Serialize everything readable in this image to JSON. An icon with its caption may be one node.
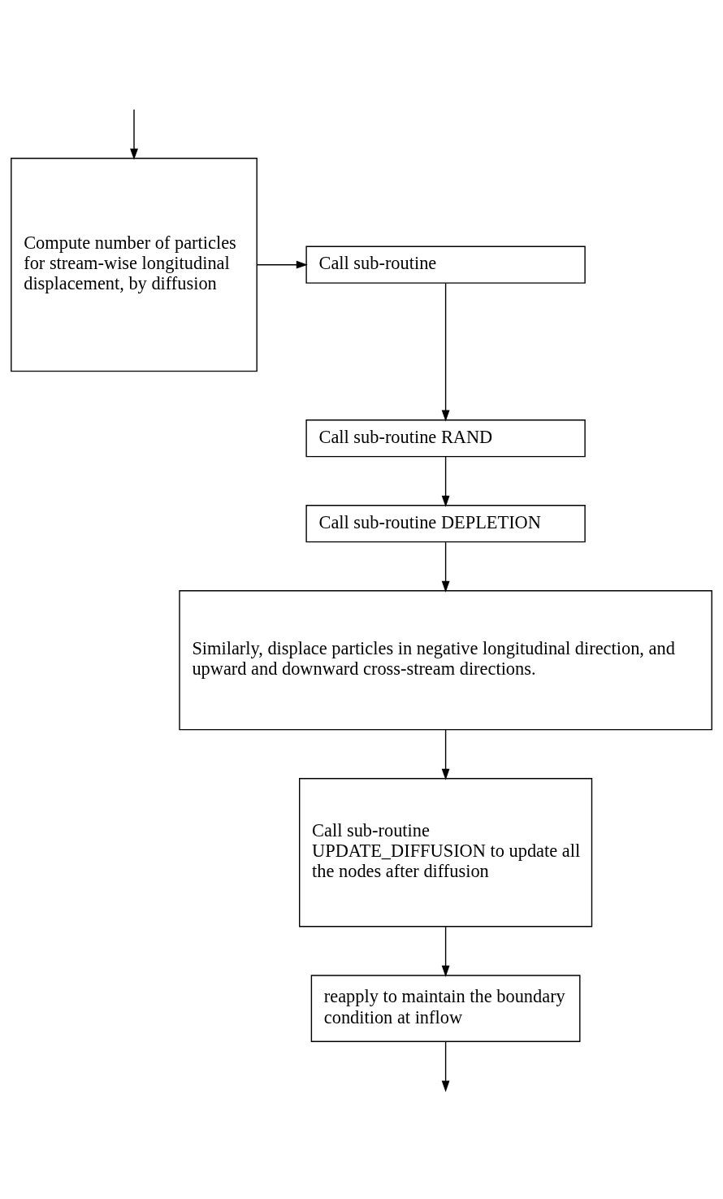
{
  "diagram": {
    "nodes": [
      {
        "text": [
          "Compute number of particles for stream-wise longitudinal displacement, by diffusion"
        ]
      },
      {
        "text": [
          "Call sub-routine"
        ]
      },
      {
        "text": [
          "Call sub-routine RAND"
        ]
      },
      {
        "text": [
          "Call sub-routine DEPLETION"
        ]
      },
      {
        "text": [
          "Similarly, displace particles in negative longitudinal direction, and upward and downward cross-stream directions."
        ]
      },
      {
        "text": [
          "Call sub-routine UPDATE_DIFFUSION to update all the nodes after diffusion"
        ]
      },
      {
        "text": [
          "reapply to maintain the boundary condition at inflow"
        ]
      }
    ],
    "edges": [
      {
        "from": null,
        "to": 0,
        "arrow": "to"
      },
      {
        "from": 0,
        "to": 1,
        "arrow": "to"
      },
      {
        "from": 1,
        "to": 2,
        "arrow": "to"
      },
      {
        "from": 2,
        "to": 3,
        "arrow": "to"
      },
      {
        "from": 3,
        "to": 4,
        "arrow": "to"
      },
      {
        "from": 4,
        "to": 5,
        "arrow": "to"
      },
      {
        "from": 5,
        "to": 6,
        "arrow": "to"
      },
      {
        "from": 6,
        "to": null,
        "arrow": "to"
      }
    ]
  }
}
